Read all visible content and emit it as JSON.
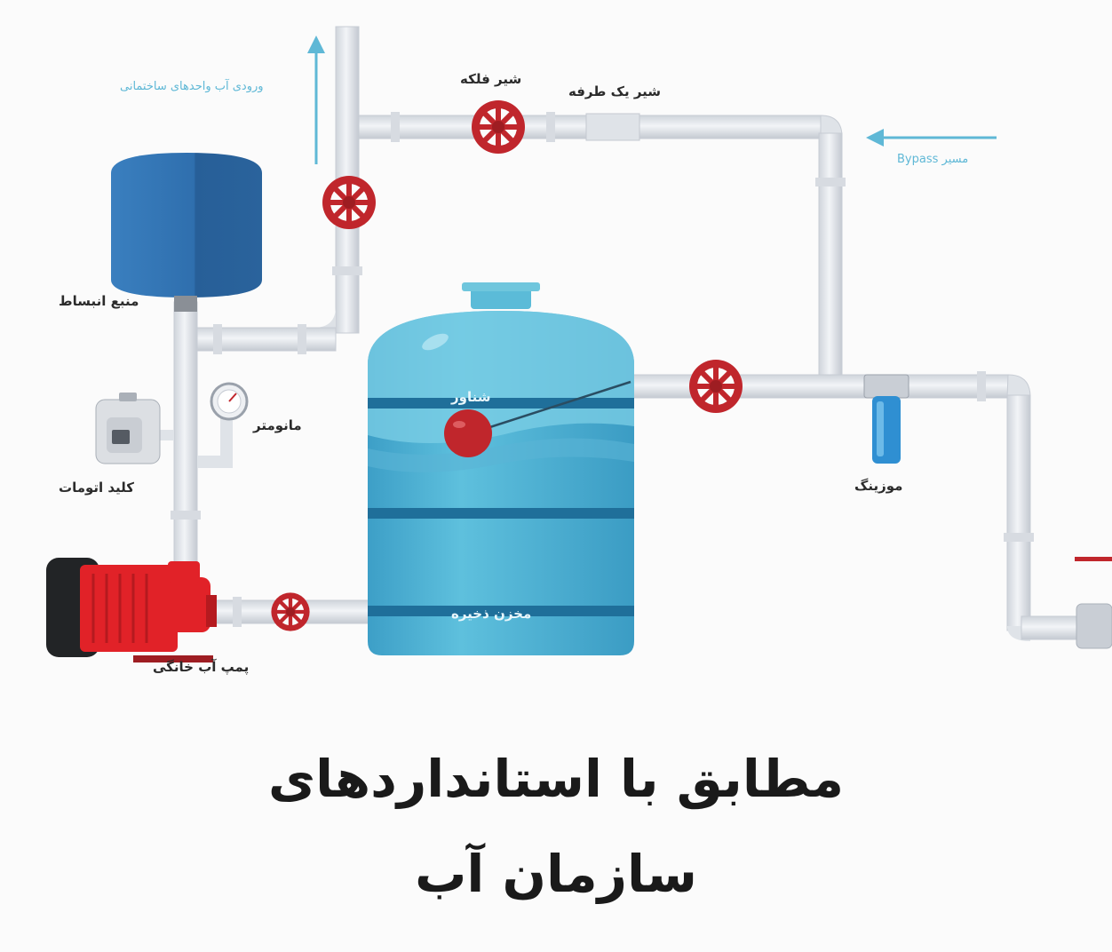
{
  "labels": {
    "inlet": "ورودی آب واحدهای ساختمانی",
    "gate_valve": "شیر فلکه",
    "check_valve": "شیر یک طرفه",
    "bypass": "مسیر Bypass",
    "expansion_tank": "منبع انبساط",
    "manometer": "مانومتر",
    "auto_switch": "کلید اتومات",
    "float": "شناور",
    "filter": "موزینگ",
    "storage_tank": "مخزن ذخیره",
    "pump": "پمپ آب خانگی"
  },
  "caption": {
    "line1": "مطابق با استانداردهای",
    "line2": "سازمان آب"
  },
  "colors": {
    "pipe": "#e6e9ee",
    "pipe_edge": "#c7ccd4",
    "valve": "#c0262c",
    "tank_top": "#6fc6dd",
    "tank_body": "#45a9cf",
    "tank_band": "#1f6f9a",
    "expansion": "#2f6fae",
    "pump_red": "#e12228",
    "arrow_blue": "#5fb8d6"
  }
}
